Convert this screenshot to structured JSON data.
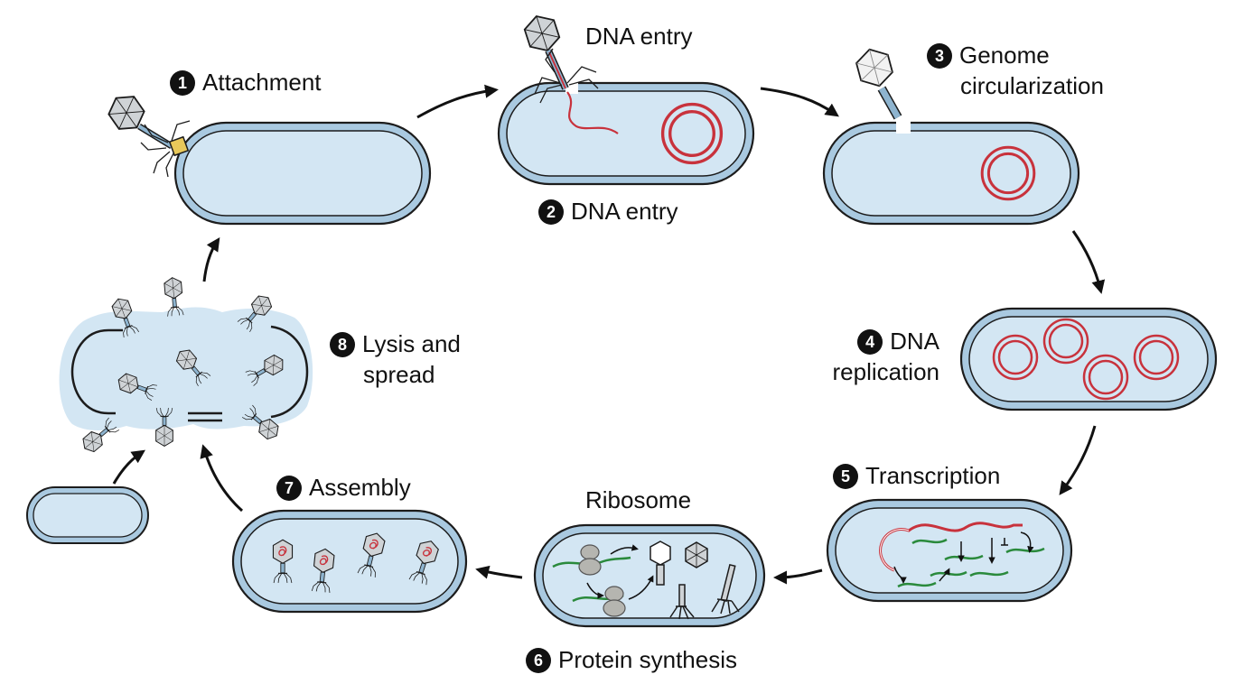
{
  "stages": [
    {
      "number": "1",
      "label": "Attachment"
    },
    {
      "number": "2",
      "label": "DNA entry"
    },
    {
      "number": "3",
      "label": "Genome circularization",
      "lines": [
        "Genome",
        "circularization"
      ]
    },
    {
      "number": "4",
      "label": "DNA replication",
      "lines": [
        "DNA",
        "replication"
      ]
    },
    {
      "number": "5",
      "label": "Transcription"
    },
    {
      "number": "6",
      "label": "Protein synthesis"
    },
    {
      "number": "7",
      "label": "Assembly"
    },
    {
      "number": "8",
      "label": "Lysis and spread",
      "lines": [
        "Lysis and",
        "spread"
      ]
    }
  ],
  "callouts": {
    "dna_entry_top": "DNA entry",
    "ribosome": "Ribosome"
  },
  "colors": {
    "cell_fill": "#d3e6f3",
    "cell_wall": "#a9c9e0",
    "outline": "#1c1c1c",
    "viral_dna": "#c8323c",
    "mrna": "#2a8a3c",
    "ribosome": "#b5b5b0",
    "capsid": "#cfd3d6"
  }
}
